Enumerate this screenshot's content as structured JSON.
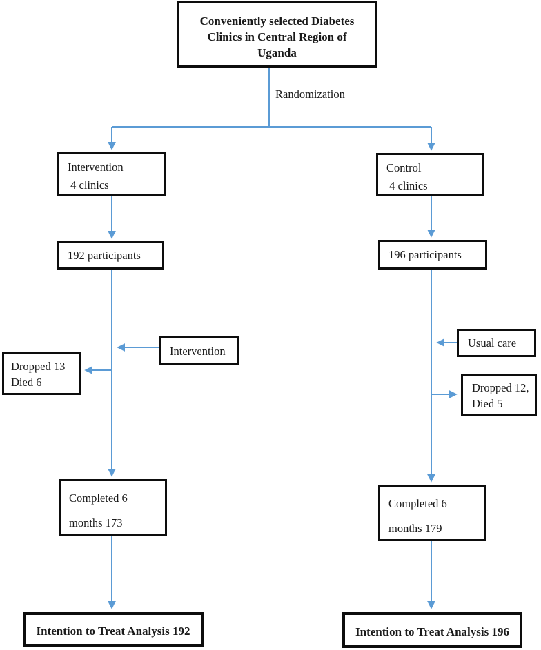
{
  "colors": {
    "accent": "#5b9bd5",
    "box_border": "#0d0d0d",
    "text": "#1a1a1a",
    "background": "#ffffff"
  },
  "flowchart": {
    "source": {
      "label": "Conveniently selected Diabetes\nClinics in Central Region of\nUganda"
    },
    "randomization": {
      "label": "Randomization"
    },
    "left_arm": {
      "clinics": {
        "label": "Intervention\n 4 clinics"
      },
      "participants": {
        "label": "192 participants"
      },
      "treatment": {
        "label": "Intervention"
      },
      "attrition": {
        "label": "Dropped 13\nDied 6"
      },
      "completed": {
        "label": "Completed 6\nmonths 173"
      },
      "analysis": {
        "label": "Intention to Treat Analysis 192"
      }
    },
    "right_arm": {
      "clinics": {
        "label": "Control\n 4 clinics"
      },
      "participants": {
        "label": "196 participants"
      },
      "treatment": {
        "label": "Usual care"
      },
      "attrition": {
        "label": "Dropped 12,\nDied 5"
      },
      "completed": {
        "label": "Completed 6\nmonths 179"
      },
      "analysis": {
        "label": "Intention to Treat Analysis 196"
      }
    }
  }
}
